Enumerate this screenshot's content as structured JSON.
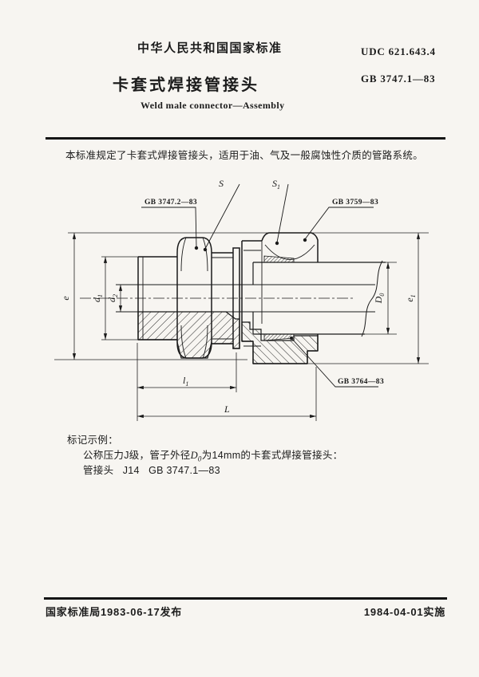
{
  "header": {
    "country_standard": "中华人民共和国国家标准",
    "udc": "UDC  621.643.4",
    "title_zh": "卡套式焊接管接头",
    "std_no": "GB 3747.1—83",
    "title_en": "Weld male connector—Assembly"
  },
  "scope": "本标准规定了卡套式焊接管接头，适用于油、气及一般腐蚀性介质的管路系统。",
  "drawing": {
    "callouts": {
      "s": "S",
      "s1_base": "S",
      "s1_sub": "1",
      "part_body": "GB 3747.2—83",
      "part_nut": "GB 3759—83",
      "part_ferrule": "GB 3764—83"
    },
    "dims": {
      "e": "e",
      "d1": [
        "d",
        "1"
      ],
      "d2": [
        "d",
        "2"
      ],
      "D0": [
        "D",
        "0"
      ],
      "e1": [
        "e",
        "1"
      ],
      "l1": [
        "l",
        "1"
      ],
      "L": "L"
    }
  },
  "example": {
    "heading": "标记示例：",
    "line1_pre": "公称压力J级，管子外径",
    "line1_var": "D",
    "line1_sub": "0",
    "line1_post": "为14mm的卡套式焊接管接头：",
    "line2": "管接头   J14   GB 3747.1—83"
  },
  "footer": {
    "issued": "国家标准局1983-06-17发布",
    "implemented": "1984-04-01实施"
  }
}
